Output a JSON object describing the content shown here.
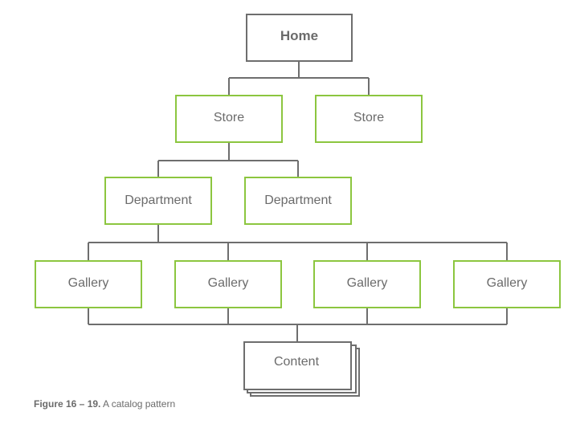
{
  "colors": {
    "connector": "#6e6e6e",
    "home_border": "#6e6e6e",
    "node_border": "#8cc63f",
    "content_border": "#6e6e6e",
    "label_text": "#6b6b6b"
  },
  "nodes": {
    "home": "Home",
    "stores": [
      "Store",
      "Store"
    ],
    "departments": [
      "Department",
      "Department"
    ],
    "galleries": [
      "Gallery",
      "Gallery",
      "Gallery",
      "Gallery"
    ],
    "content": "Content"
  },
  "caption": {
    "figure_number": "Figure 16 – 19.",
    "text": "A catalog pattern"
  }
}
